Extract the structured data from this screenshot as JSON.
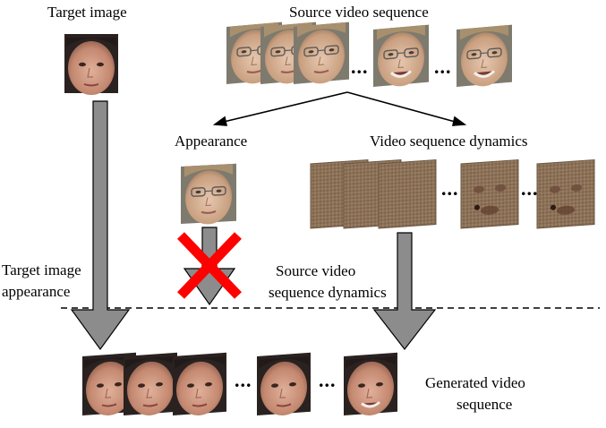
{
  "labels": {
    "target_image": "Target image",
    "source_video_sequence": "Source video sequence",
    "appearance": "Appearance",
    "video_sequence_dynamics": "Video sequence dynamics",
    "target_image_appearance_line1": "Target image",
    "target_image_appearance_line2": "appearance",
    "source_video_dynamics_line1": "Source video",
    "source_video_dynamics_line2": "sequence dynamics",
    "generated_line1": "Generated video",
    "generated_line2": "sequence"
  },
  "ellipsis": "...",
  "icons": {
    "face": "face-photo-icon",
    "dynamics": "dynamics-map-icon",
    "cross": "red-x-icon"
  },
  "colors": {
    "arrow_fill": "#8c8c8c",
    "cross": "#ff0000",
    "target_face_skin": "#c99583",
    "source_face_skin": "#d8b8a0",
    "dynamics_texture": "#8a7058"
  }
}
